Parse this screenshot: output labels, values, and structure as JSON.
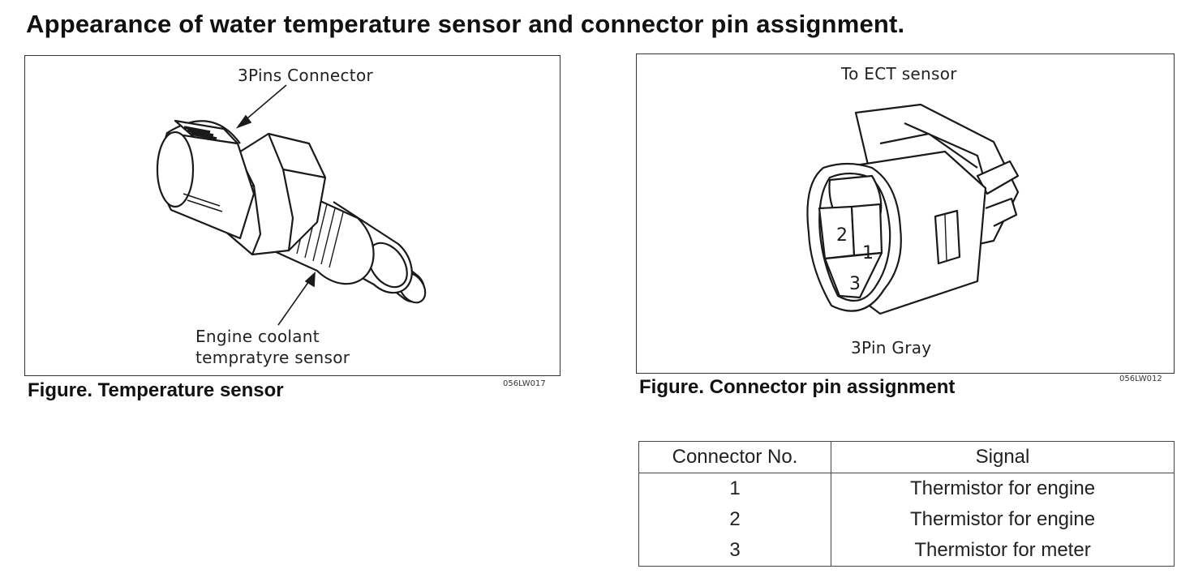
{
  "title": "Appearance of water temperature sensor and connector pin assignment.",
  "left_figure": {
    "label_connector": "3Pins Connector",
    "label_sensor_line1": "Engine coolant",
    "label_sensor_line2": "tempratyre sensor",
    "caption": "Figure. Temperature sensor",
    "code": "056LW017"
  },
  "right_figure": {
    "label_top": "To ECT sensor",
    "label_bottom": "3Pin Gray",
    "pin_numbers": [
      "1",
      "2",
      "3"
    ],
    "caption": "Figure. Connector pin assignment",
    "code": "056LW012"
  },
  "table": {
    "headers": [
      "Connector No.",
      "Signal"
    ],
    "rows": [
      [
        "1",
        "Thermistor for engine"
      ],
      [
        "2",
        "Thermistor for engine"
      ],
      [
        "3",
        "Thermistor for meter"
      ]
    ]
  }
}
